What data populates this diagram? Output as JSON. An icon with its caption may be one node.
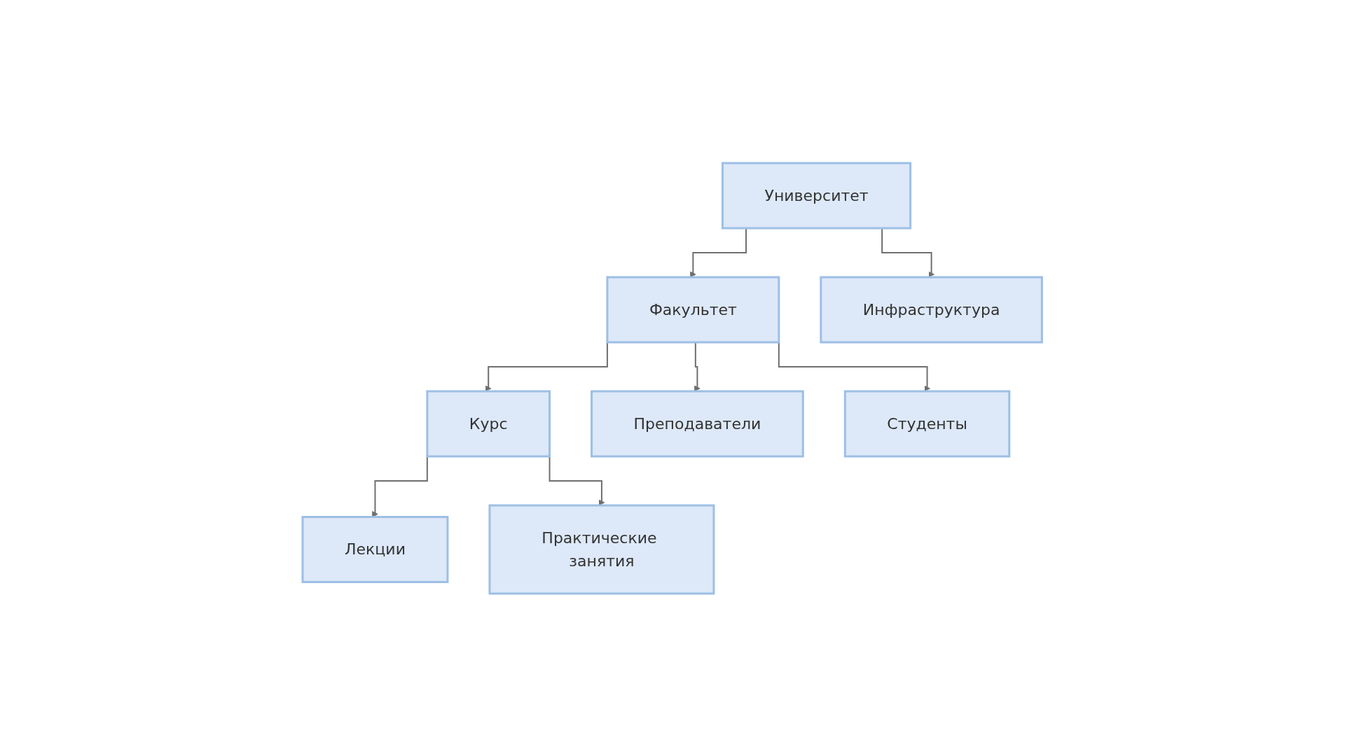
{
  "diagram": {
    "nodes": [
      {
        "text": [
          "Университет"
        ]
      },
      {
        "text": [
          "Факультет"
        ]
      },
      {
        "text": [
          "Инфраструктура"
        ]
      },
      {
        "text": [
          "Курс"
        ]
      },
      {
        "text": [
          "Преподаватели"
        ]
      },
      {
        "text": [
          "Студенты"
        ]
      },
      {
        "text": [
          "Лекции"
        ]
      },
      {
        "text": [
          "Практические занятия"
        ]
      }
    ],
    "edges": [
      {
        "from": 0,
        "to": 1,
        "arrow": "to"
      },
      {
        "from": 0,
        "to": 2,
        "arrow": "to"
      },
      {
        "from": 1,
        "to": 3,
        "arrow": "to"
      },
      {
        "from": 1,
        "to": 4,
        "arrow": "to"
      },
      {
        "from": 1,
        "to": 5,
        "arrow": "to"
      },
      {
        "from": 3,
        "to": 6,
        "arrow": "to"
      },
      {
        "from": 3,
        "to": 7,
        "arrow": "to"
      }
    ]
  }
}
